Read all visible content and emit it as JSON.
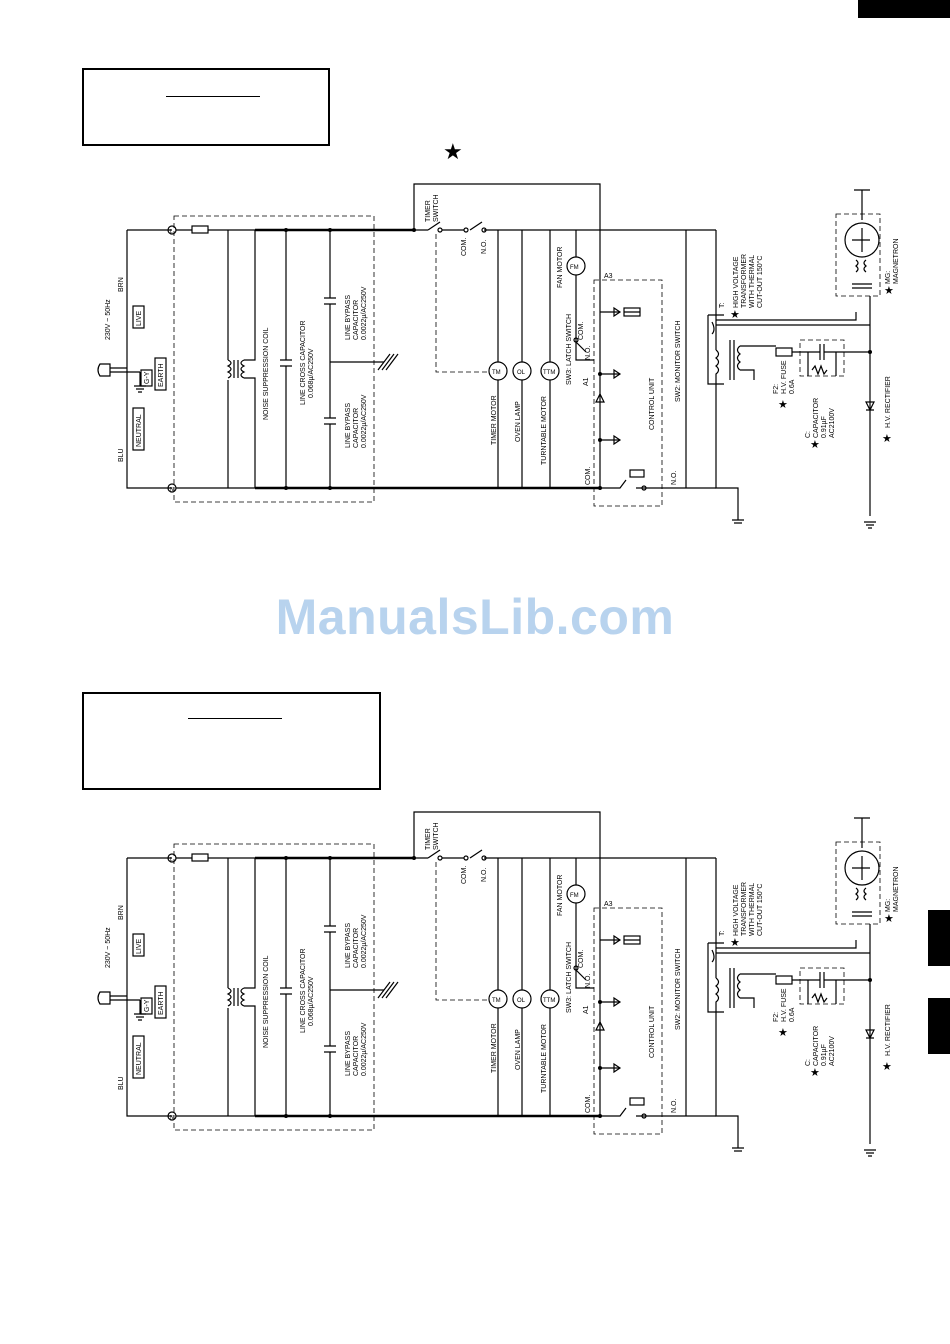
{
  "watermark": "ManualsLib.com",
  "labels": {
    "voltage": "230V ~ 50Hz",
    "brn": "BRN",
    "blu": "BLU",
    "live": "LIVE",
    "earth": "EARTH",
    "gy": "G-Y",
    "neutral": "NEUTRAL",
    "terminal_l": "L",
    "terminal_n": "N",
    "noise_coil": "NOISE SUPPRESSION COIL",
    "cross_cap_1": "LINE CROSS CAPACITOR",
    "cross_cap_2": "0.068µ/AC250V",
    "bypass_a1": "LINE BYPASS",
    "bypass_a2": "CAPACITOR",
    "bypass_a3": "0.0022µ/AC250V",
    "timer_switch_1": "TIMER",
    "timer_switch_2": "SWITCH",
    "com": "COM.",
    "no": "N.O.",
    "timer_motor": "TIMER MOTOR",
    "oven_lamp": "OVEN LAMP",
    "turntable_motor": "TURNTABLE MOTOR",
    "fan_motor": "FAN MOTOR",
    "tm": "TM",
    "ol": "OL",
    "ttm": "TTM",
    "fm": "FM",
    "a1": "A1",
    "a3": "A3",
    "sw3": "SW3: LATCH SWITCH",
    "control_unit": "CONTROL UNIT",
    "sw2": "SW2: MONITOR SWITCH",
    "transformer_1": "T:",
    "transformer_2": "HIGH VOLTAGE",
    "transformer_3": "TRANSFORMER",
    "transformer_4": "WITH THERMAL",
    "transformer_5": "CUT-OUT 150°C",
    "fuse_1": "F2:",
    "fuse_2": "H.V. FUSE",
    "fuse_3": "0.6A",
    "capacitor_1": "C:",
    "capacitor_2": "CAPACITOR",
    "capacitor_3": "0.91µF",
    "capacitor_4": "AC2100V",
    "rectifier": "H.V. RECTIFIER",
    "magnetron_1": "MG:",
    "magnetron_2": "MAGNETRON"
  },
  "bypass_b": {
    "l1": "LINE BYPASS",
    "l2": "CAPACITOR",
    "l3": "0.0022µ/AC250V"
  },
  "bypass_b_lower": {
    "l1": "LINE BYPASS",
    "l2": "CAPACITOR",
    "l3": "0.0022µ/AC250V"
  },
  "star_symbol": "★"
}
